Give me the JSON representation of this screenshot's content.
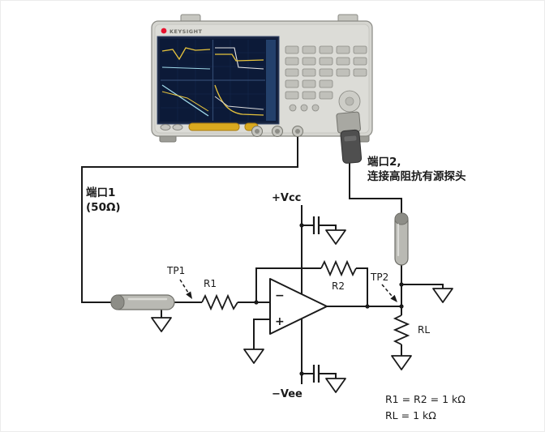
{
  "instrument": {
    "brand": "KEYSIGHT"
  },
  "labels": {
    "port1_line1": "端口1",
    "port1_line2": "(50Ω)",
    "port2_line1": "端口2,",
    "port2_line2": "连接高阻抗有源探头",
    "tp1": "TP1",
    "tp2": "TP2",
    "r1": "R1",
    "r2": "R2",
    "rl": "RL",
    "vcc": "+Vcc",
    "vee": "−Vee"
  },
  "opamp": {
    "minus": "−",
    "plus": "+"
  },
  "notes": {
    "line1": "R1 = R2 = 1 kΩ",
    "line2": "RL = 1 kΩ"
  },
  "colors": {
    "wire": "#1a1a1a",
    "brand_red": "#e8112d",
    "instrument_body": "#d6d6d1",
    "screen_bg": "#0c1a38",
    "trace_yellow": "#e6c33c",
    "trace_cyan": "#9fd8e8",
    "coax_gray": "#b9b9b3",
    "accent_yellow": "#d9a91f"
  }
}
